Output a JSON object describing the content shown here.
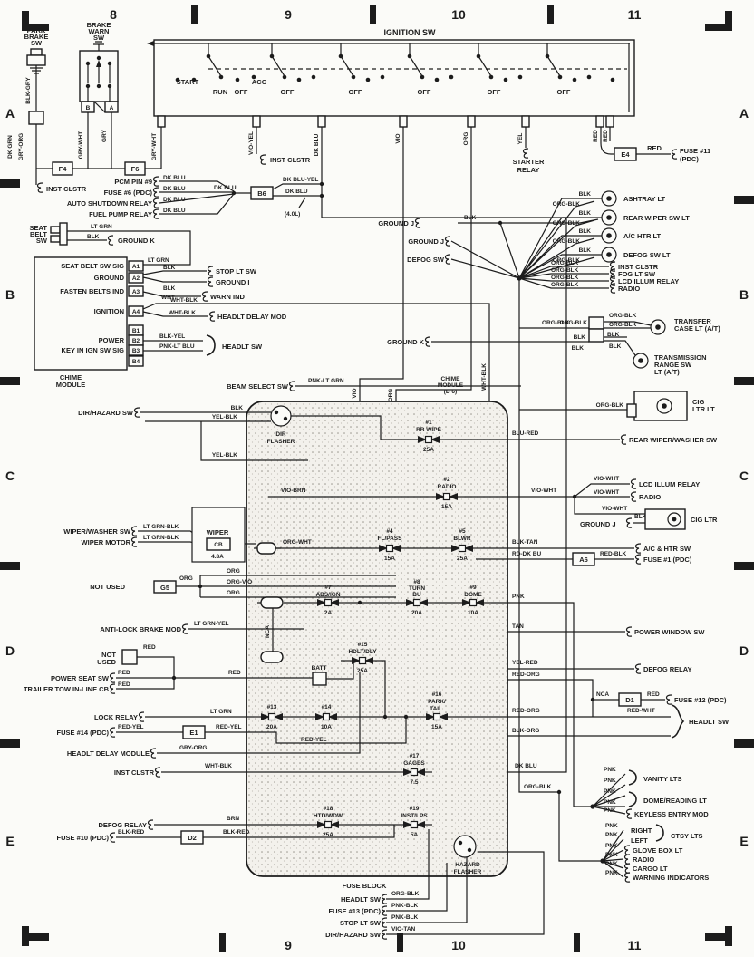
{
  "w": {
    "blk": "BLK",
    "org_blk": "ORG-BLK",
    "gry_wht": "GRY-WHT",
    "gry": "GRY",
    "blk_gry": "BLK-GRY",
    "dk_grn": "DK GRN",
    "gry_org": "GRY-ORG",
    "dk_blu": "DK BLU",
    "dk_blu_yel": "DK BLU-YEL",
    "vio_yel": "VIO-YEL",
    "vio": "VIO",
    "org": "ORG",
    "yel": "YEL",
    "red": "RED",
    "lt_grn": "LT GRN",
    "blk_yel": "BLK-YEL",
    "pnk_lt_blu": "PNK-LT BLU",
    "wht": "WHT",
    "wht_blk": "WHT-BLK",
    "pnk_lt_grn": "PNK-LT GRN",
    "yel_blk": "YEL-BLK",
    "blu_red": "BLU-RED",
    "vio_wht": "VIO-WHT",
    "vio_brn": "VIO-BRN",
    "lt_grn_blk": "LT GRN-BLK",
    "org_wht": "ORG-WHT",
    "org_vio": "ORG-VIO",
    "blk_tan": "BLK-TAN",
    "rd_dk_bu": "RD-DK BU",
    "red_blk": "RED-BLK",
    "lt_grn_yel": "LT GRN-YEL",
    "pnk": "PNK",
    "tan": "TAN",
    "yel_red": "YEL-RED",
    "red_org": "RED-ORG",
    "red_wht": "RED-WHT",
    "blk_org": "BLK-ORG",
    "red_yel": "RED-YEL",
    "brn": "BRN",
    "blk_red": "BLK-RED",
    "vio_tan": "VIO-TAN",
    "pnk_blk": "PNK-BLK",
    "nca": "NCA"
  },
  "grid": {
    "c8": "8",
    "c9": "9",
    "c10": "10",
    "c11": "11",
    "rA": "A",
    "rB": "B",
    "rC": "C",
    "rD": "D",
    "rE": "E"
  },
  "ign": {
    "title": "IGNITION SW",
    "start": "START",
    "run": "RUN",
    "off": "OFF",
    "acc": "ACC",
    "starter1": "STARTER",
    "starter2": "RELAY",
    "inst_clstr": "INST CLSTR"
  },
  "tl": {
    "park1": "PARK",
    "park2": "BRAKE",
    "park3": "SW",
    "bw1": "BRAKE",
    "bw2": "WARN",
    "bw3": "SW",
    "pb": "B",
    "pa": "A",
    "f4": "F4",
    "f6": "F6",
    "inst_clstr": "INST CLSTR"
  },
  "pcm": {
    "pin9": "PCM PIN #9",
    "fuse6": "FUSE #6 (PDC)",
    "asd": "AUTO SHUTDOWN RELAY",
    "fuel": "FUEL PUMP RELAY",
    "b6": "B6",
    "note": "(4.0L)"
  },
  "ch": {
    "sb1": "SEAT",
    "sb2": "BELT",
    "sb3": "SW",
    "gk": "GROUND K",
    "a1": "A1",
    "a2": "A2",
    "a3": "A3",
    "a4": "A4",
    "b1": "B1",
    "b2": "B2",
    "b3": "B3",
    "b4": "B4",
    "sig": "SEAT BELT SW SIG",
    "gnd": "GROUND",
    "fast": "FASTEN BELTS IND",
    "ignition": "IGNITION",
    "pwr": "POWER",
    "key": "KEY IN IGN SW SIG",
    "stop": "STOP LT SW",
    "gi": "GROUND I",
    "warn": "WARN IND",
    "hdm": "HEADLT DELAY MOD",
    "hsw": "HEADLT SW",
    "n1": "CHIME",
    "n2": "MODULE"
  },
  "rb": {
    "e4": "E4",
    "f11a": "FUSE #11",
    "f11b": "(PDC)",
    "ash": "ASHTRAY LT",
    "rws": "REAR WIPER SW LT",
    "ach": "A/C HTR LT",
    "dsl": "DEFOG SW LT",
    "gj": "GROUND J",
    "dsw": "DEFOG SW",
    "ic": "INST CLSTR",
    "fog": "FOG LT SW",
    "lcd": "LCD ILLUM RELAY",
    "radio": "RADIO",
    "tc1": "TRANSFER",
    "tc2": "CASE LT (A/T)",
    "tr1": "TRANSMISSION",
    "tr2": "RANGE SW",
    "tr3": "LT (A/T)",
    "gk": "GROUND K",
    "cig1": "CIG",
    "cig2": "LTR LT"
  },
  "md": {
    "beam": "BEAM SELECT SW",
    "cm1": "CHIME",
    "cm2": "MODULE",
    "cm3": "(B 6)",
    "dh": "DIR/HAZARD SW",
    "df1": "DIR",
    "df2": "FLASHER",
    "rww": "REAR WIPER/WASHER SW",
    "lcd": "LCD ILLUM RELAY",
    "radio": "RADIO",
    "gj": "GROUND J",
    "cig": "CIG LTR",
    "ahs": "A/C & HTR SW",
    "f1": "FUSE #1 (PDC)",
    "a6": "A6"
  },
  "lc": {
    "wws": "WIPER/WASHER SW",
    "wm": "WIPER MOTOR",
    "wiper": "WIPER",
    "cb": "CB",
    "cba": "4.8A",
    "nu": "NOT USED",
    "g5": "G5",
    "abm": "ANTI-LOCK BRAKE MOD"
  },
  "ld": {
    "nu1": "NOT",
    "nu2": "USED",
    "pss": "POWER SEAT SW",
    "ttc": "TRAILER TOW IN-LINE CB",
    "batt": "BATT",
    "lock": "LOCK RELAY",
    "f14": "FUSE #14 (PDC)",
    "e1": "E1",
    "hdm": "HEADLT DELAY MODULE",
    "ic": "INST CLSTR"
  },
  "rd": {
    "pws": "POWER WINDOW SW",
    "defog": "DEFOG RELAY",
    "d1": "D1",
    "f12": "FUSE #12 (PDC)",
    "hsw": "HEADLT SW"
  },
  "le": {
    "defog": "DEFOG RELAY",
    "f10": "FUSE #10 (PDC)",
    "d2": "D2"
  },
  "fb": {
    "title": "FUSE BLOCK",
    "hsw": "HEADLT SW",
    "f13": "FUSE #13 (PDC)",
    "stop": "STOP LT SW",
    "dh": "DIR/HAZARD SW",
    "hz1": "HAZARD",
    "hz2": "FLASHER",
    "fuses": [
      {
        "id": "#1",
        "name": "RR WIPE",
        "amp": "25A"
      },
      {
        "id": "#2",
        "name": "RADIO",
        "amp": "15A"
      },
      {
        "id": "#4",
        "name": "FL/PASS",
        "amp": "15A"
      },
      {
        "id": "#5",
        "name": "BLWR",
        "amp": "25A"
      },
      {
        "id": "#7",
        "name": "ABS/IGN",
        "amp": "2A"
      },
      {
        "id": "#8",
        "name": "TURN",
        "name2": "BU",
        "amp": "20A"
      },
      {
        "id": "#9",
        "name": "DOME",
        "amp": "10A"
      },
      {
        "id": "#13",
        "amp": "20A"
      },
      {
        "id": "#14",
        "amp": "10A"
      },
      {
        "id": "#15",
        "name": "HDLT/DLY",
        "amp": "25A"
      },
      {
        "id": "#16",
        "name": "PARK/",
        "name2": "TAIL.",
        "amp": "15A"
      },
      {
        "id": "#17",
        "name": "GAGES",
        "amp": "7.5"
      },
      {
        "id": "#18",
        "name": "HTD/WDW",
        "amp": "25A"
      },
      {
        "id": "#19",
        "name": "INST/LPS",
        "amp": "5A"
      }
    ]
  },
  "re": {
    "van": "VANITY LTS",
    "dome": "DOME/READING LT",
    "key": "KEYLESS ENTRY MOD",
    "right": "RIGHT",
    "left": "LEFT",
    "ctsy": "CTSY LTS",
    "glove": "GLOVE BOX LT",
    "radio": "RADIO",
    "cargo": "CARGO LT",
    "warn": "WARNING INDICATORS"
  }
}
